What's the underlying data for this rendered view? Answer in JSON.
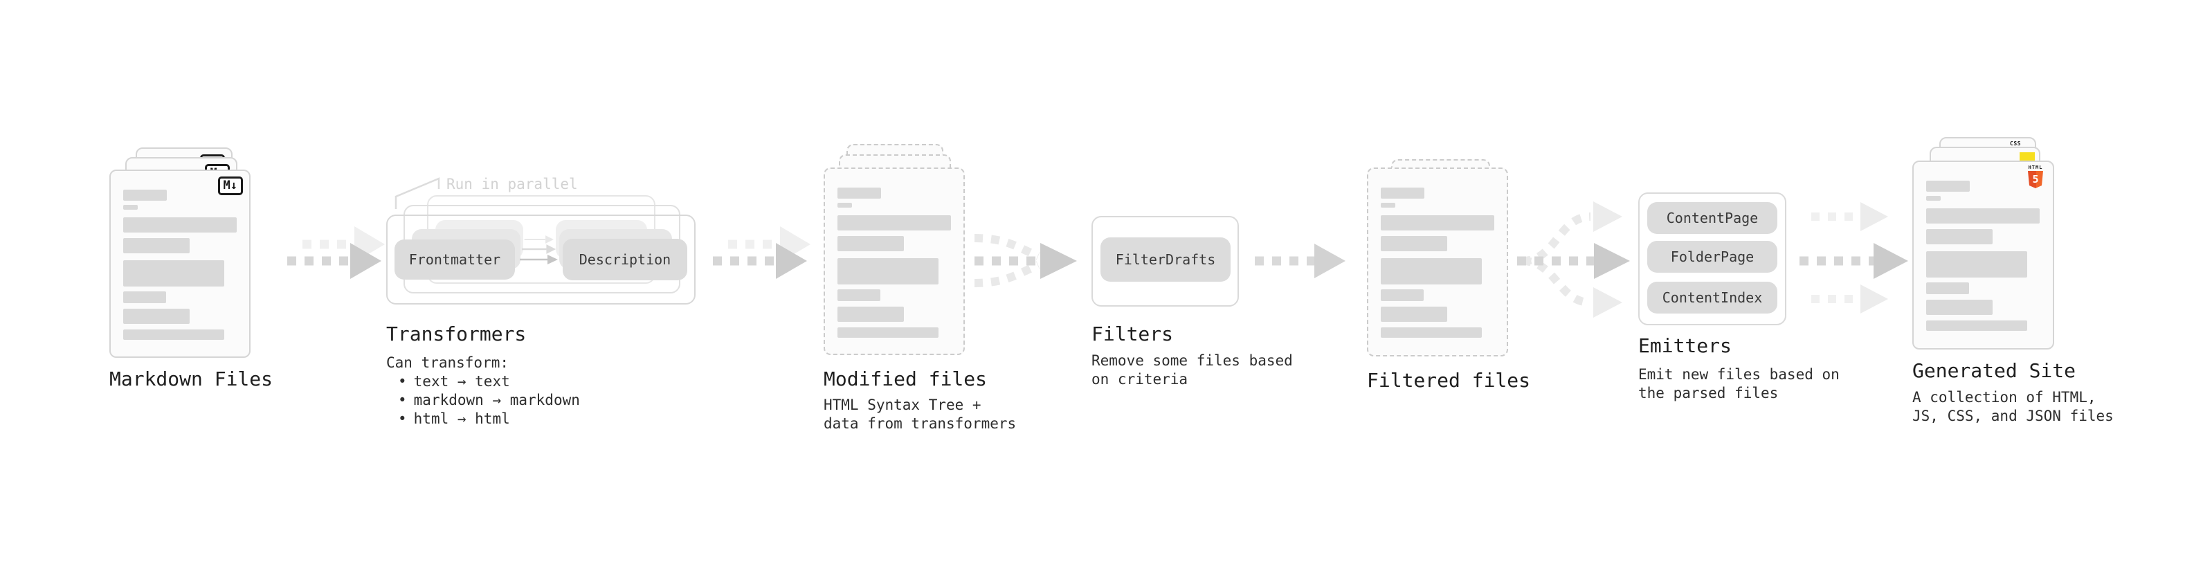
{
  "ui": {
    "bullet": "•",
    "parallel_label": "Run in parallel"
  },
  "colors": {
    "accent_gray": "#dcdcdc",
    "arrow_dark": "#cbcbcb",
    "arrow_light": "#efefef",
    "css_blue": "#2b63f6",
    "js_yellow": "#f7df1e",
    "html_orange": "#e44d26"
  },
  "stages": [
    {
      "id": "markdown-files",
      "title": "Markdown Files",
      "badge": "M↓"
    },
    {
      "id": "transformers",
      "title": "Transformers",
      "note_title": "Can transform:",
      "bullets": [
        "text → text",
        "markdown → markdown",
        "html → html"
      ],
      "buttons": [
        "Frontmatter",
        "Description"
      ]
    },
    {
      "id": "modified-files",
      "title": "Modified files",
      "subtitle_lines": [
        "HTML Syntax Tree +",
        "data from transformers"
      ]
    },
    {
      "id": "filters",
      "title": "Filters",
      "buttons": [
        "FilterDrafts"
      ],
      "subtitle_lines": [
        "Remove some files based",
        "on criteria"
      ]
    },
    {
      "id": "filtered-files",
      "title": "Filtered files"
    },
    {
      "id": "emitters",
      "title": "Emitters",
      "buttons": [
        "ContentPage",
        "FolderPage",
        "ContentIndex"
      ],
      "subtitle_lines": [
        "Emit new files based on",
        "the parsed files"
      ]
    },
    {
      "id": "generated-site",
      "title": "Generated Site",
      "subtitle_lines": [
        "A collection of HTML,",
        "JS, CSS, and JSON files"
      ],
      "badges": {
        "css": "CSS",
        "html": "HTML",
        "html_number": "5"
      }
    }
  ]
}
